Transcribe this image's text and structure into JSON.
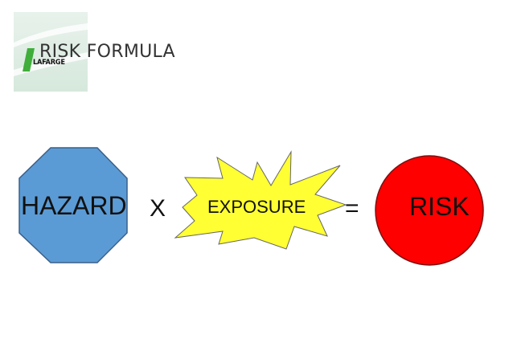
{
  "slide": {
    "title": "RISK FORMULA",
    "logo_text": "LAFARGE"
  },
  "formula": {
    "hazard": "HAZARD",
    "times": "X",
    "exposure": "EXPOSURE",
    "equals": "=",
    "risk": "RISK"
  },
  "colors": {
    "hazard_fill": "#5b9bd5",
    "exposure_fill": "#ffff33",
    "risk_fill": "#ff0000",
    "logo_green": "#3fae3a",
    "logo_bg": "#dceae0"
  }
}
